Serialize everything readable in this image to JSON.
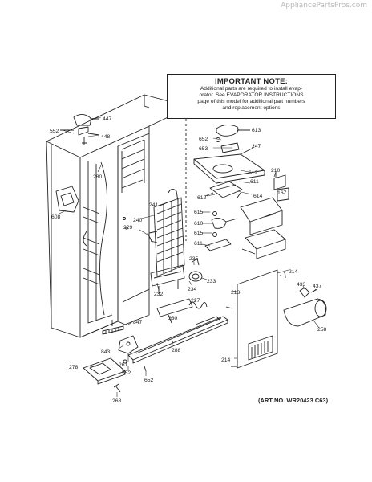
{
  "watermark": "AppliancePartsPros.com",
  "note": {
    "title": "IMPORTANT NOTE:",
    "lines": [
      "Additional parts are required to install evap-",
      "orator.  See EVAPORATOR INSTRUCTIONS",
      "page of this model for additional part numbers",
      "and replacement options"
    ]
  },
  "art_number": "(ART NO. WR20423 C63)",
  "part_labels": [
    "447",
    "552",
    "448",
    "280",
    "608",
    "613",
    "652",
    "653",
    "247",
    "210",
    "612",
    "611",
    "612",
    "614",
    "167",
    "241",
    "240",
    "229",
    "615",
    "610",
    "615",
    "611",
    "235",
    "233",
    "234",
    "232",
    "214",
    "213",
    "433",
    "437",
    "227",
    "230",
    "258",
    "847",
    "288",
    "843",
    "214",
    "261",
    "552",
    "278",
    "652",
    "268"
  ]
}
